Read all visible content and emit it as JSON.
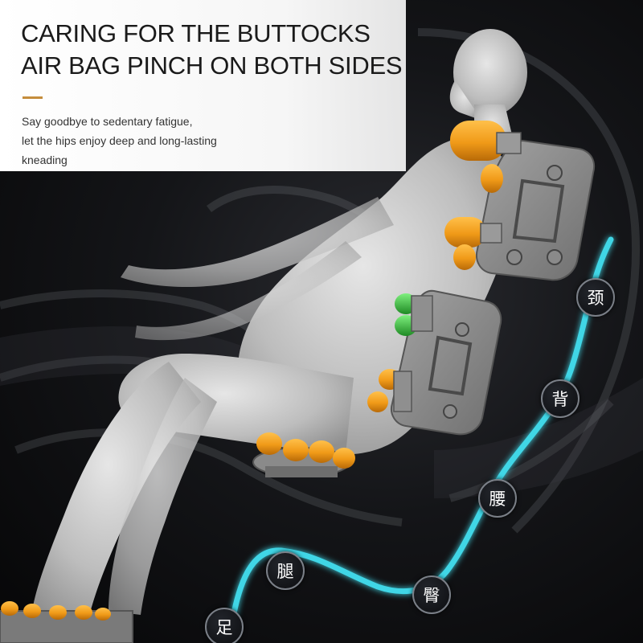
{
  "headline": {
    "line1": "CARING FOR THE BUTTOCKS",
    "line2": "AIR BAG PINCH ON BOTH SIDES"
  },
  "description": {
    "line1": "Say goodbye to sedentary fatigue,",
    "line2": "let the hips enjoy deep and long-lasting",
    "line3": "kneading"
  },
  "body_labels": {
    "neck": "颈",
    "back": "背",
    "waist": "腰",
    "leg": "腿",
    "hip": "臀",
    "foot": "足"
  },
  "colors": {
    "accent": "#c58d3c",
    "track_cyan": "#3fd6e6",
    "roller_orange": "#f0a020",
    "roller_green": "#3cc23c",
    "figure_gray": "#c9c9c9"
  },
  "icons": [
    "massage-roller-icon",
    "airbag-icon"
  ]
}
